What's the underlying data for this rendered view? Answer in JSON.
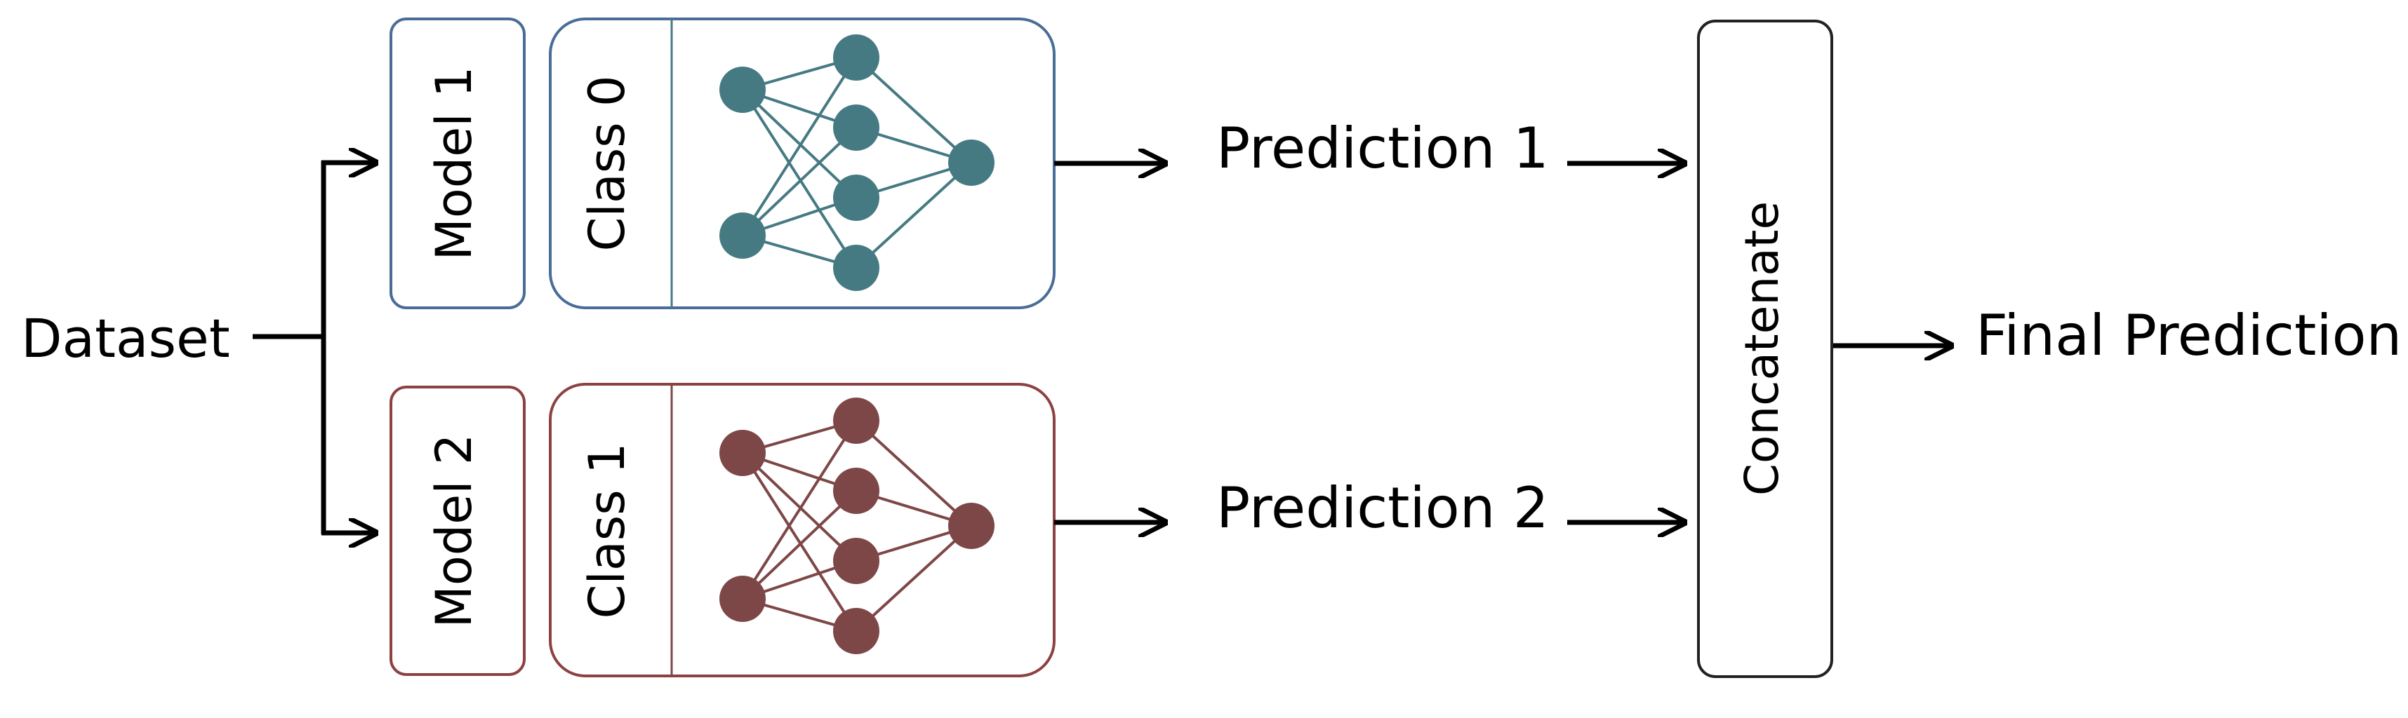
{
  "dataset": {
    "label": "Dataset"
  },
  "models": [
    {
      "label": "Model 1",
      "class_label": "Class 0",
      "prediction_label": "Prediction 1",
      "color": "#467a83",
      "border_color": "#496d97"
    },
    {
      "label": "Model 2",
      "class_label": "Class 1",
      "prediction_label": "Prediction 2",
      "color": "#7e4747",
      "border_color": "#8c4242"
    }
  ],
  "concatenate": {
    "label": "Concatenate"
  },
  "final": {
    "label": "Final Prediction"
  },
  "network_icon": {
    "name": "neural-network-icon",
    "layers": [
      2,
      4,
      1
    ]
  }
}
